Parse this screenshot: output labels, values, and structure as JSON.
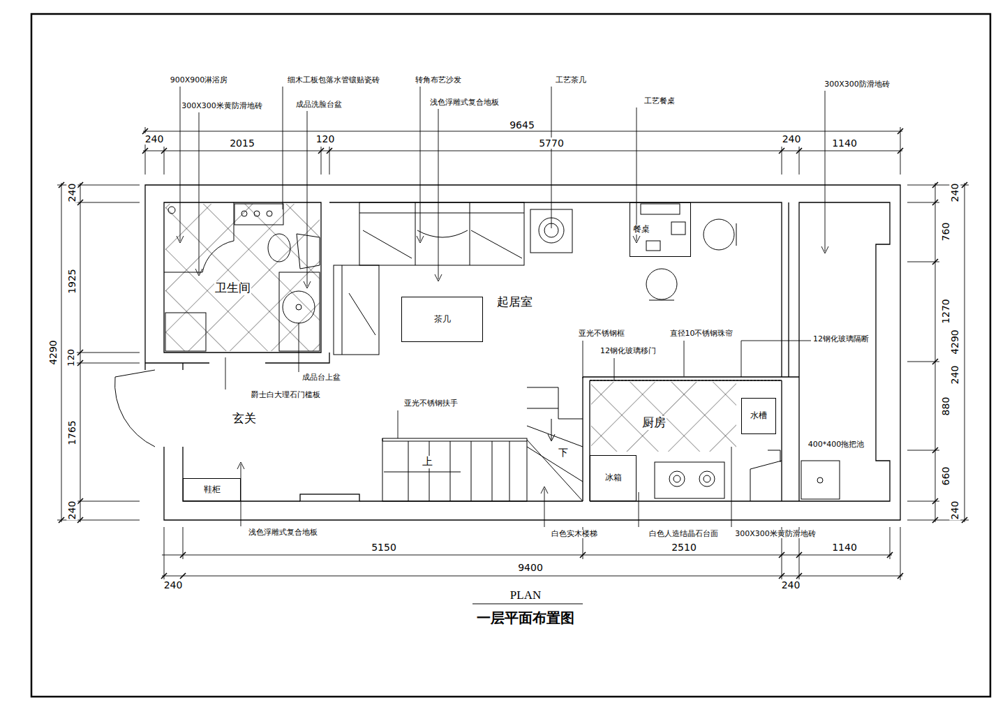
{
  "diagram": {
    "title": "一层平面布置图",
    "nodes": [
      {
        "text": [
          "餐桌"
        ]
      },
      {
        "text": [
          "茶几"
        ]
      },
      {
        "text": [
          "水槽"
        ]
      },
      {
        "text": [
          "冰箱"
        ]
      },
      {
        "text": [
          "鞋柜"
        ]
      }
    ],
    "labels": [
      "900X900淋浴房",
      "300X300米黄防滑地砖",
      "细木工板包落水管镶贴瓷砖",
      "成品洗脸台盆",
      "转角布艺沙发",
      "浅色浮雕式复合地板",
      "工艺茶几",
      "工艺餐桌",
      "300X300防滑地砖",
      "9645",
      "240",
      "2015",
      "120",
      "5770",
      "240",
      "1140",
      "240",
      "1925",
      "120",
      "1765",
      "240",
      "4290",
      "240",
      "760",
      "1270",
      "880",
      "660",
      "240",
      "4290",
      "240",
      "卫生间",
      "起居室",
      "玄关",
      "厨房",
      "上",
      "下",
      "亚光不锈钢框",
      "12钢化玻璃移门",
      "直径10不锈钢珠帘",
      "12钢化玻璃隔断",
      "成品台上盆",
      "爵士白大理石门槛板",
      "亚光不锈钢扶手",
      "400*400拖把池",
      "浅色浮雕式复合地板",
      "白色实木楼梯",
      "白色人造结晶石台面",
      "300X300米黄防滑地砖",
      "5150",
      "2510",
      "1140",
      "240",
      "9400",
      "240",
      "PLAN"
    ]
  }
}
